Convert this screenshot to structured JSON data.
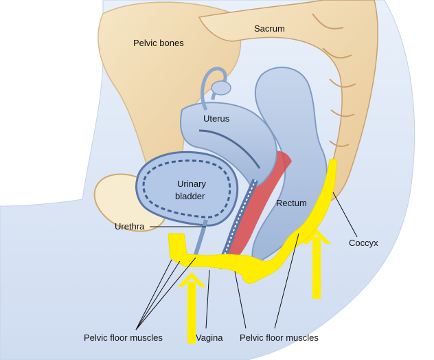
{
  "labels": {
    "sacrum": "Sacrum",
    "pelvic_bones": "Pelvic bones",
    "uterus": "Uterus",
    "urinary_bladder_line1": "Urinary",
    "urinary_bladder_line2": "bladder",
    "urethra": "Urethra",
    "rectum": "Rectum",
    "coccyx": "Coccyx",
    "pelvic_floor_muscles_left": "Pelvic floor muscles",
    "vagina": "Vagina",
    "pelvic_floor_muscles_right": "Pelvic floor muscles"
  },
  "colors": {
    "background": "#ffffff",
    "body_silhouette": "#dbe6f4",
    "bone": "#f1dcb4",
    "bone_marrow": "#e2b988",
    "organ_blue": "#b9cbe4",
    "organ_outline": "#7f9cc4",
    "uterus_wall": "#9fb2cf",
    "blood_red": "#d84a4a",
    "muscle_highlight": "#ffee00",
    "arrow_yellow": "#ffee00",
    "text": "#111111"
  }
}
